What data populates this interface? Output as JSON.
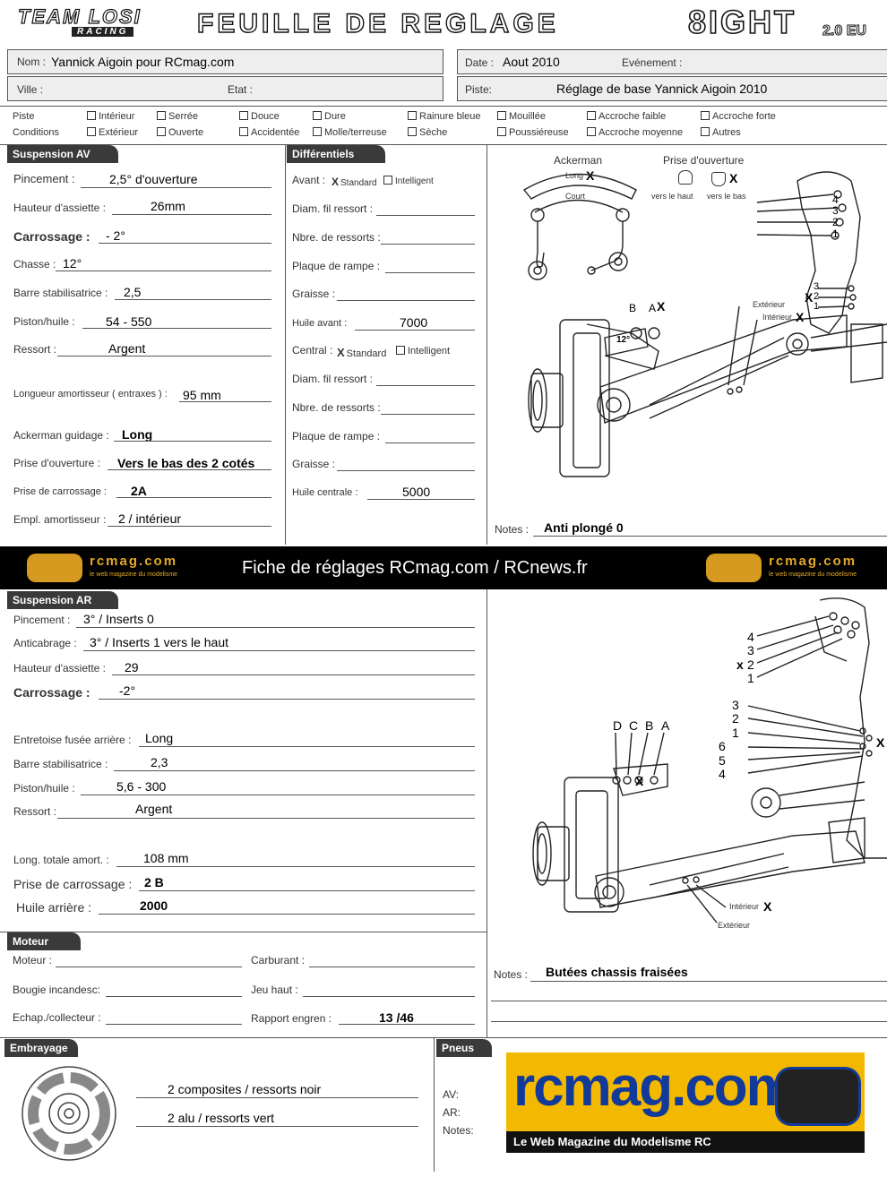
{
  "header": {
    "brand_top": "TEAM LOSI",
    "brand_bottom": "RACING",
    "title": "FEUILLE DE REGLAGE",
    "model": "8IGHT",
    "model_suffix": "2.0 EU"
  },
  "info": {
    "nom_label": "Nom :",
    "nom_value": "Yannick Aigoin pour RCmag.com",
    "date_label": "Date :",
    "date_value": "Aout 2010",
    "event_label": "Evénement :",
    "ville_label": "Ville :",
    "etat_label": "Etat :",
    "piste_label": "Piste:",
    "piste_value": "Réglage de base Yannick Aigoin 2010"
  },
  "conditions": {
    "piste_label": "Piste",
    "conditions_label": "Conditions",
    "row1": [
      "Intérieur",
      "Serrée",
      "Douce",
      "Dure",
      "Rainure bleue",
      "Mouillée",
      "Accroche faible",
      "Accroche forte"
    ],
    "row2": [
      "Extérieur",
      "Ouverte",
      "Accidentée",
      "Molle/terreuse",
      "Sèche",
      "Poussiéreuse",
      "Accroche moyenne",
      "Autres"
    ]
  },
  "suspension_av": {
    "title": "Suspension AV",
    "rows": [
      {
        "label": "Pincement :",
        "value": "2,5° d'ouverture"
      },
      {
        "label": "Hauteur d'assiette :",
        "value": "26mm"
      },
      {
        "label": "Carrossage :",
        "value": "- 2°"
      },
      {
        "label": "Chasse :",
        "value": "12°"
      },
      {
        "label": "Barre stabilisatrice :",
        "value": "2,5"
      },
      {
        "label": "Piston/huile :",
        "value": "54 - 550"
      },
      {
        "label": "Ressort :",
        "value": "Argent"
      },
      {
        "label": "Longueur amortisseur ( entraxes ) :",
        "value": "95 mm"
      },
      {
        "label": "Ackerman guidage :",
        "value": "Long"
      },
      {
        "label": "Prise d'ouverture :",
        "value": "Vers le bas des 2 cotés"
      },
      {
        "label": "Prise de carrossage :",
        "value": "2A"
      },
      {
        "label": "Empl. amortisseur :",
        "value": "2 / intérieur"
      }
    ]
  },
  "differentiels": {
    "title": "Différentiels",
    "avant_label": "Avant :",
    "standard": "Standard",
    "intelligent": "Intelligent",
    "central_label": "Central :",
    "diam_label": "Diam. fil ressort :",
    "nbre_label": "Nbre. de ressorts :",
    "plaque_label": "Plaque de rampe :",
    "graisse_label": "Graisse :",
    "huile_avant_label": "Huile avant :",
    "huile_avant_value": "7000",
    "huile_centrale_label": "Huile centrale :",
    "huile_centrale_value": "5000",
    "mark": "X"
  },
  "front_diagram": {
    "ackerman_label": "Ackerman",
    "long_label": "Long",
    "court_label": "Court",
    "prise_label": "Prise d'ouverture",
    "vers_haut": "vers le haut",
    "vers_bas": "vers le bas",
    "b_label": "B",
    "a_label": "A",
    "exterieur": "Extérieur",
    "interieur": "Intérieur",
    "numbers_top": [
      "4",
      "3",
      "2",
      "1"
    ],
    "numbers_mid": [
      "3",
      "2",
      "1"
    ],
    "angle": "12°",
    "notes_label": "Notes :",
    "notes_value": "Anti plongé 0",
    "mark": "X"
  },
  "banner": {
    "text": "Fiche de réglages RCmag.com / RCnews.fr",
    "logo": "rcmag.com",
    "logo_sub": "le web magazine du modelisme"
  },
  "suspension_ar": {
    "title": "Suspension AR",
    "rows": [
      {
        "label": "Pincement :",
        "value": "3° / Inserts 0"
      },
      {
        "label": "Anticabrage :",
        "value": "3° / Inserts 1 vers le haut"
      },
      {
        "label": "Hauteur d'assiette :",
        "value": "29"
      },
      {
        "label": "Carrossage :",
        "value": "-2°"
      },
      {
        "label": "Entretoise fusée arrière :",
        "value": "Long"
      },
      {
        "label": "Barre stabilisatrice :",
        "value": "2,3"
      },
      {
        "label": "Piston/huile :",
        "value": "5,6 - 300"
      },
      {
        "label": "Ressort :",
        "value": "Argent"
      },
      {
        "label": "Long. totale amort. :",
        "value": "108 mm"
      },
      {
        "label": "Prise de carrossage :",
        "value": "2 B"
      },
      {
        "label": "Huile arrière :",
        "value": "2000"
      }
    ]
  },
  "rear_diagram": {
    "letters": [
      "D",
      "C",
      "B",
      "A"
    ],
    "numbers_top": [
      "4",
      "3",
      "2",
      "1"
    ],
    "numbers_mid": [
      "3",
      "2",
      "1",
      "6",
      "5",
      "4"
    ],
    "interieur": "Intérieur",
    "exterieur": "Extérieur",
    "mark_small": "x",
    "mark": "X",
    "notes_label": "Notes :",
    "notes_value": "Butées chassis fraisées"
  },
  "moteur": {
    "title": "Moteur",
    "moteur_label": "Moteur :",
    "carburant_label": "Carburant :",
    "bougie_label": "Bougie incandesc:",
    "jeu_label": "Jeu haut :",
    "echap_label": "Echap./collecteur :",
    "rapport_label": "Rapport engren :",
    "rapport_value": "13 /46"
  },
  "embrayage": {
    "title": "Embrayage",
    "line1": "2 composites / ressorts noir",
    "line2": "2 alu / ressorts vert"
  },
  "pneus": {
    "title": "Pneus",
    "av_label": "AV:",
    "ar_label": "AR:",
    "notes_label": "Notes:"
  },
  "ad": {
    "logo": "rcmag.com",
    "tagline": "Le Web Magazine du Modelisme RC"
  }
}
